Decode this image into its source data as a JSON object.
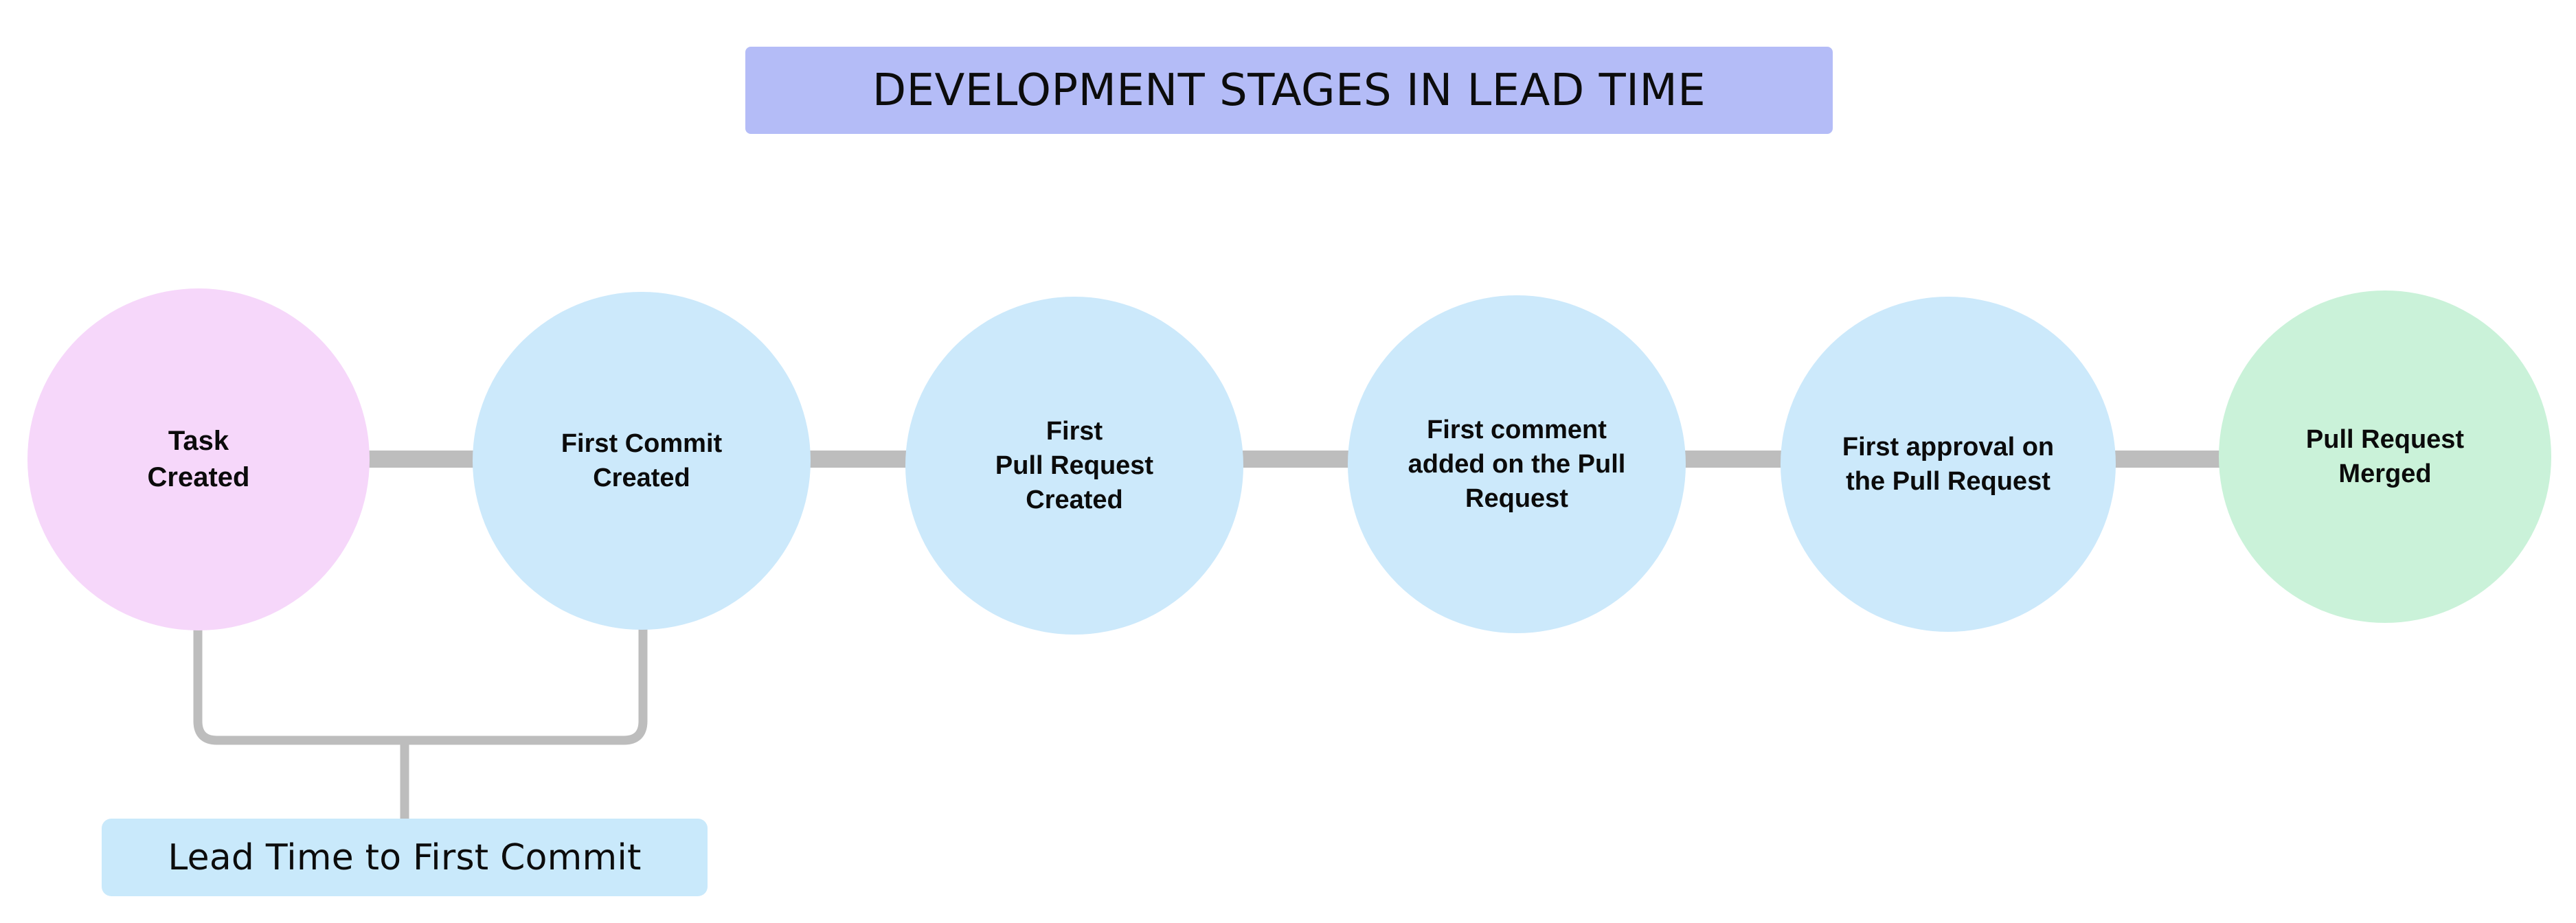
{
  "diagram": {
    "title": "DEVELOPMENT STAGES IN LEAD TIME",
    "title_bg_color": "#b4bcf7",
    "background_color": "#ffffff",
    "connector_color": "#bdbdbd",
    "stages": [
      {
        "id": "task-created",
        "label": "Task\nCreated",
        "fill_color": "#f6d7fa",
        "font_size": 40
      },
      {
        "id": "first-commit-created",
        "label": "First Commit\nCreated",
        "fill_color": "#cce9fb",
        "font_size": 38
      },
      {
        "id": "first-pull-request-created",
        "label": "First\nPull Request\nCreated",
        "fill_color": "#cce9fb",
        "font_size": 38
      },
      {
        "id": "first-comment-added",
        "label": "First comment\nadded on the Pull\nRequest",
        "fill_color": "#cce9fb",
        "font_size": 38
      },
      {
        "id": "first-approval",
        "label": "First approval on\nthe Pull Request",
        "fill_color": "#cce9fb",
        "font_size": 38
      },
      {
        "id": "pull-request-merged",
        "label": "Pull Request\nMerged",
        "fill_color": "#caf2d9",
        "font_size": 38
      }
    ],
    "callout": {
      "label": "Lead Time to First Commit",
      "fill_color": "#c9e9fb",
      "spans_from": "Task Created",
      "spans_to": "First Commit Created"
    }
  }
}
